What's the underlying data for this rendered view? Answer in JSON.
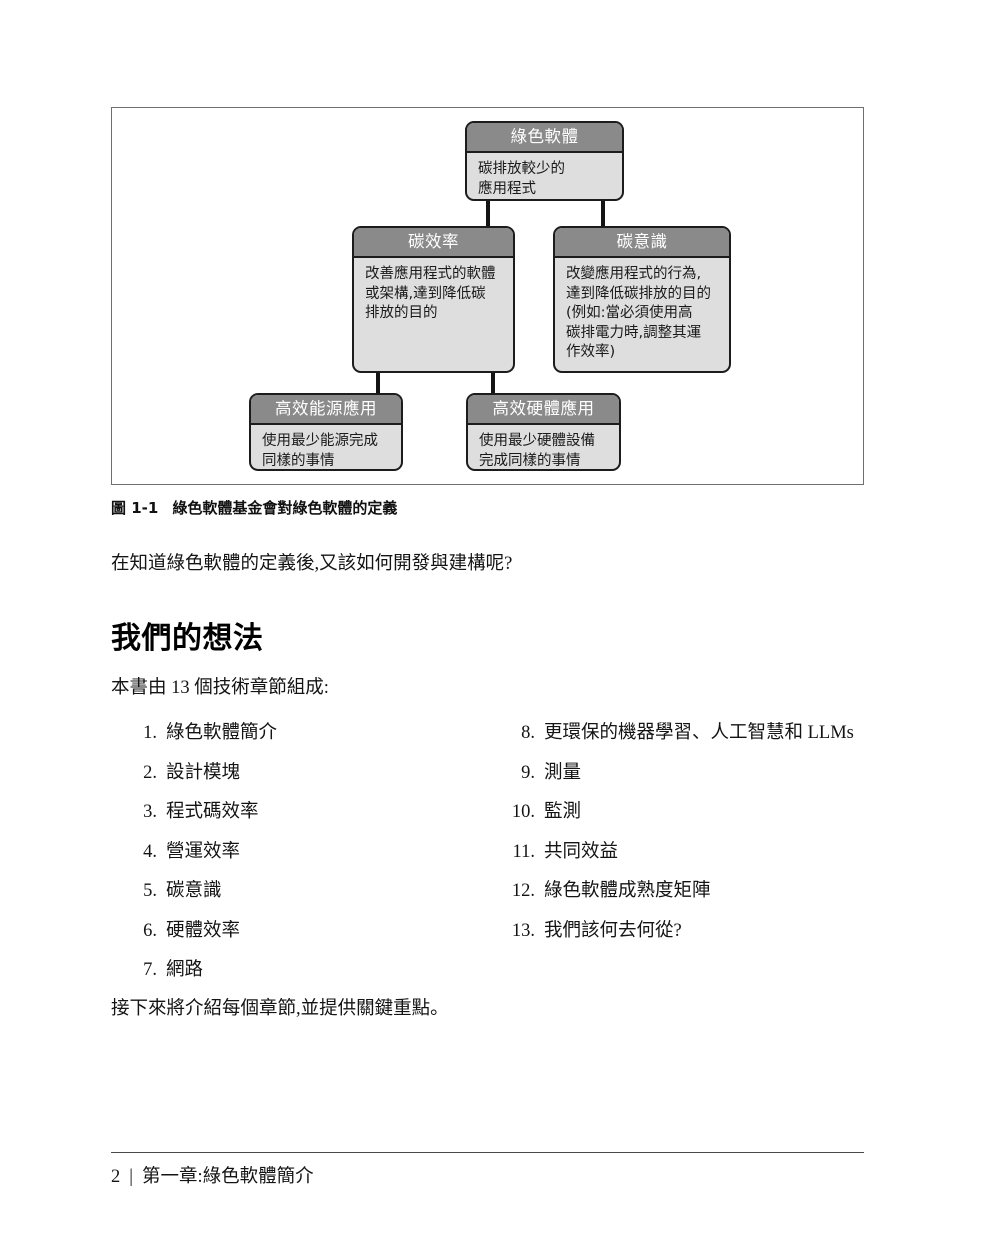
{
  "figure": {
    "caption_number": "圖 1-1",
    "caption_text": "綠色軟體基金會對綠色軟體的定義",
    "nodes": {
      "root": {
        "title": "綠色軟體",
        "body": "碳排放較少的\n應用程式"
      },
      "carbon_efficiency": {
        "title": "碳效率",
        "body": "改善應用程式的軟體\n或架構,達到降低碳\n排放的目的"
      },
      "carbon_awareness": {
        "title": "碳意識",
        "body": "改變應用程式的行為,\n達到降低碳排放的目的\n(例如:當必須使用高\n碳排電力時,調整其運\n作效率)"
      },
      "energy_efficiency": {
        "title": "高效能源應用",
        "body": "使用最少能源完成\n同樣的事情"
      },
      "hardware_efficiency": {
        "title": "高效硬體應用",
        "body": "使用最少硬體設備\n完成同樣的事情"
      }
    }
  },
  "body": {
    "intro_paragraph": "在知道綠色軟體的定義後,又該如何開發與建構呢?",
    "section_title": "我們的想法",
    "chapters_lead": "本書由 13 個技術章節組成:",
    "closing_paragraph": "接下來將介紹每個章節,並提供關鍵重點。"
  },
  "chapter_list": {
    "left_column": [
      {
        "number": "1.",
        "label": "綠色軟體簡介"
      },
      {
        "number": "2.",
        "label": "設計模塊"
      },
      {
        "number": "3.",
        "label": "程式碼效率"
      },
      {
        "number": "4.",
        "label": "營運效率"
      },
      {
        "number": "5.",
        "label": "碳意識"
      },
      {
        "number": "6.",
        "label": "硬體效率"
      },
      {
        "number": "7.",
        "label": "網路"
      }
    ],
    "right_column": [
      {
        "number": "8.",
        "label": "更環保的機器學習、人工智慧和 LLMs"
      },
      {
        "number": "9.",
        "label": "測量"
      },
      {
        "number": "10.",
        "label": "監測"
      },
      {
        "number": "11.",
        "label": "共同效益"
      },
      {
        "number": "12.",
        "label": "綠色軟體成熟度矩陣"
      },
      {
        "number": "13.",
        "label": "我們該何去何從?"
      }
    ]
  },
  "footer": {
    "page_number": "2",
    "separator": "|",
    "chapter_title": "第一章:綠色軟體簡介"
  },
  "colors": {
    "node_header_fill": "#8a8a8a",
    "node_body_fill": "#dedede",
    "node_border": "#1c1c1c",
    "frame_border": "#6e6e6e",
    "connector": "#141414"
  }
}
